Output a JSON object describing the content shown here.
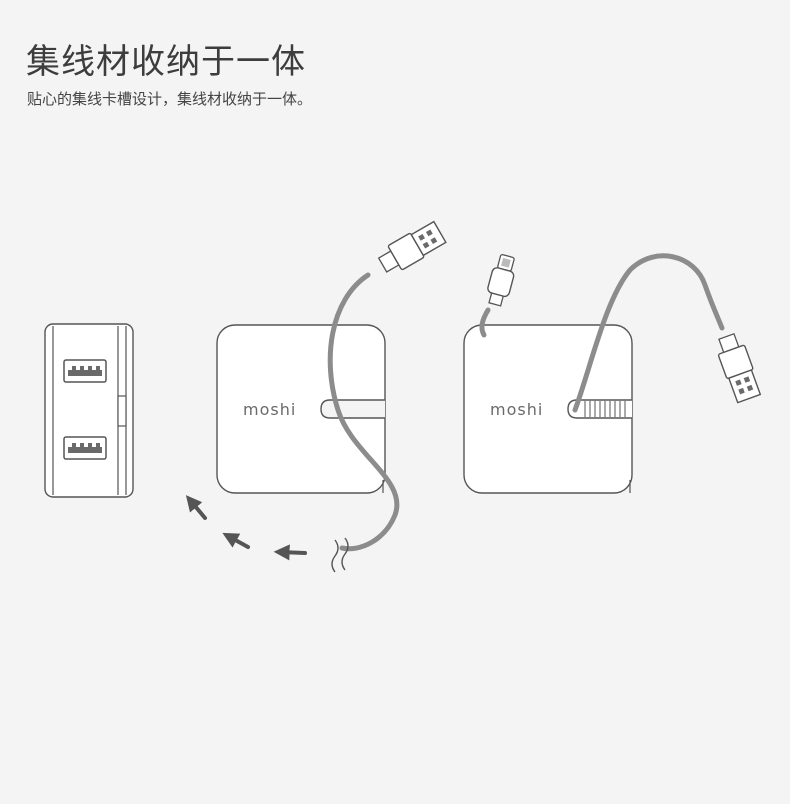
{
  "header": {
    "title": "集线材收纳于一体",
    "subtitle": "贴心的集线卡槽设计，集线材收纳于一体。"
  },
  "product": {
    "brand_label_left": "moshi",
    "brand_label_right": "moshi"
  },
  "colors": {
    "background": "#f4f4f4",
    "outline": "#555555",
    "cable": "#8c8c8c",
    "device_fill": "#ffffff"
  }
}
